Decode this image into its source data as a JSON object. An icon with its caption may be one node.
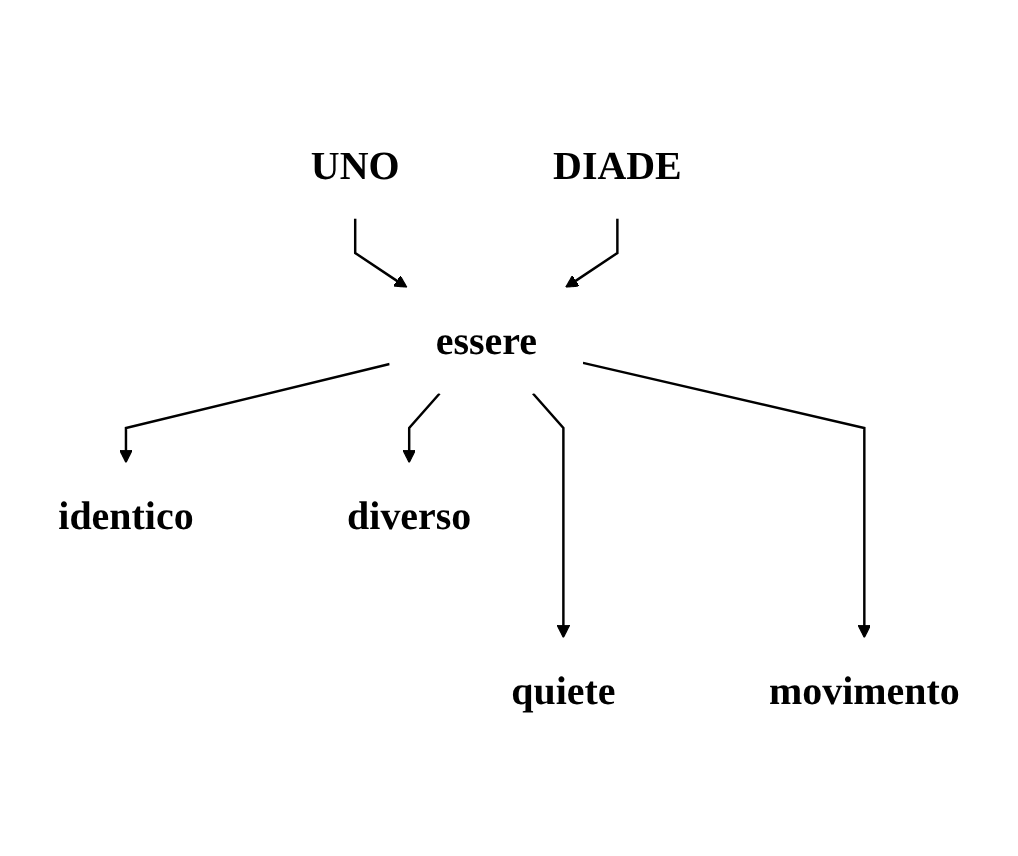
{
  "diagram": {
    "nodes": [
      {
        "text": [
          "UNO"
        ]
      },
      {
        "text": [
          "DIADE"
        ]
      },
      {
        "text": [
          "essere"
        ]
      },
      {
        "text": [
          "identico"
        ]
      },
      {
        "text": [
          "diverso"
        ]
      },
      {
        "text": [
          "quiete"
        ]
      },
      {
        "text": [
          "movimento"
        ]
      }
    ],
    "edges": [
      {
        "from": 0,
        "to": 2,
        "arrow": "to"
      },
      {
        "from": 1,
        "to": 2,
        "arrow": "to"
      },
      {
        "from": 2,
        "to": 3,
        "arrow": "to"
      },
      {
        "from": 2,
        "to": 4,
        "arrow": "to"
      },
      {
        "from": 2,
        "to": 5,
        "arrow": "to"
      },
      {
        "from": 2,
        "to": 6,
        "arrow": "to"
      }
    ]
  }
}
